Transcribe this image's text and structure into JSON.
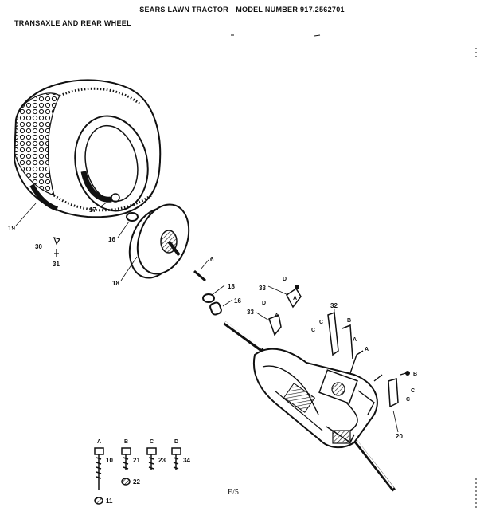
{
  "header": {
    "title": "SEARS LAWN TRACTOR—MODEL NUMBER 917.2562701",
    "subtitle": "TRANSAXLE AND REAR WHEEL"
  },
  "page_code": "E/5",
  "callouts": [
    "19",
    "17",
    "16",
    "18",
    "30",
    "31",
    "6",
    "18",
    "16",
    "33",
    "D",
    "A",
    "33",
    "D",
    "A",
    "32",
    "B",
    "C",
    "C",
    "A",
    "A",
    "B",
    "C",
    "C",
    "20"
  ],
  "hardware_key": [
    {
      "letter": "A",
      "part": "10",
      "extra": "11"
    },
    {
      "letter": "B",
      "part": "21",
      "extra": "22"
    },
    {
      "letter": "C",
      "part": "23"
    },
    {
      "letter": "D",
      "part": "34"
    }
  ]
}
